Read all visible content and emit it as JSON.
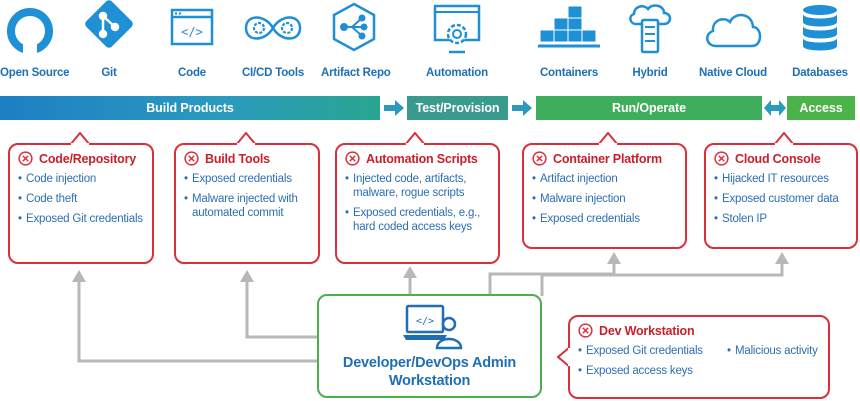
{
  "colors": {
    "accent_blue": "#1f6fb2",
    "risk_red": "#d9303a",
    "green": "#4cae4c",
    "connector_gray": "#b8b8b8"
  },
  "tools": [
    {
      "label": "Open Source",
      "icon": "open-source-icon"
    },
    {
      "label": "Git",
      "icon": "git-icon"
    },
    {
      "label": "Code",
      "icon": "code-window-icon"
    },
    {
      "label": "CI/CD Tools",
      "icon": "gears-icon"
    },
    {
      "label": "Artifact Repo",
      "icon": "hexagon-network-icon"
    },
    {
      "label": "Automation",
      "icon": "gear-monitor-icon"
    },
    {
      "label": "Containers",
      "icon": "containers-icon"
    },
    {
      "label": "Hybrid",
      "icon": "cloud-server-icon"
    },
    {
      "label": "Native Cloud",
      "icon": "cloud-icon"
    },
    {
      "label": "Databases",
      "icon": "database-icon"
    }
  ],
  "stages": {
    "build": "Build Products",
    "test": "Test/Provision",
    "run": "Run/Operate",
    "access": "Access"
  },
  "risks": [
    {
      "title": "Code/Repository",
      "items": [
        "Code injection",
        "Code theft",
        "Exposed Git credentials"
      ]
    },
    {
      "title": "Build Tools",
      "items": [
        "Exposed credentials",
        "Malware injected with automated commit"
      ]
    },
    {
      "title": "Automation Scripts",
      "items": [
        "Injected code, artifacts, malware, rogue scripts",
        "Exposed credentials, e.g., hard coded access keys"
      ]
    },
    {
      "title": "Container Platform",
      "items": [
        "Artifact injection",
        "Malware injection",
        "Exposed credentials"
      ]
    },
    {
      "title": "Cloud Console",
      "items": [
        "Hijacked IT resources",
        "Exposed customer data",
        "Stolen IP"
      ]
    }
  ],
  "workstation": {
    "title_line1": "Developer/DevOps Admin",
    "title_line2": "Workstation"
  },
  "dev_workstation": {
    "title": "Dev Workstation",
    "items": [
      "Exposed Git credentials",
      "Malicious activity",
      "Exposed access keys"
    ]
  }
}
